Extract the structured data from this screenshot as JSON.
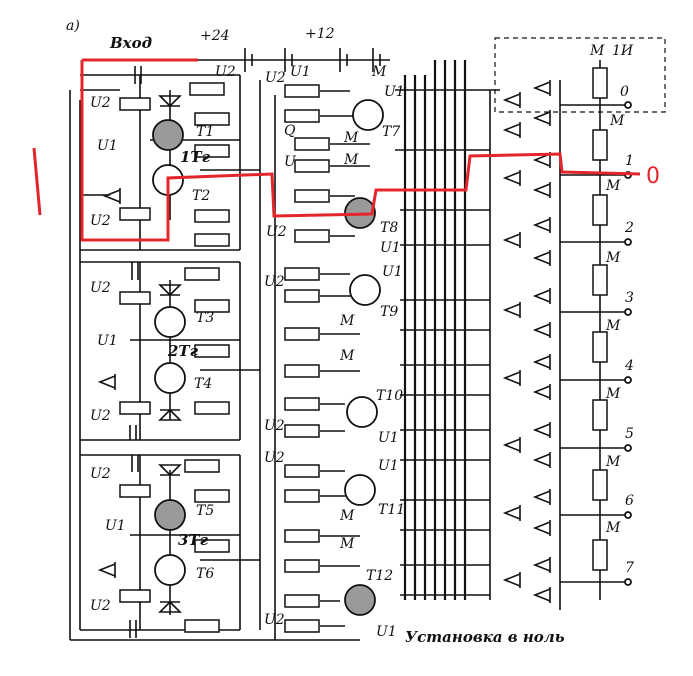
{
  "figure": {
    "panel_label": "a)",
    "input_label": "Вход",
    "reset_label": "Установка в ноль",
    "annotation_zero": "0"
  },
  "supplies": {
    "plus24": "+24",
    "plus12": "+12",
    "u1": "U1",
    "u2": "U2",
    "m": "M"
  },
  "triggers": [
    {
      "label": "1Тг",
      "top_transistor": "T1",
      "bottom_transistor": "T2"
    },
    {
      "label": "2Тг",
      "top_transistor": "T3",
      "bottom_transistor": "T4"
    },
    {
      "label": "3Тг",
      "top_transistor": "T5",
      "bottom_transistor": "T6"
    }
  ],
  "output_transistors": [
    "T7",
    "T8",
    "T9",
    "T10",
    "T11",
    "T12"
  ],
  "gate_inputs": {
    "q": "Q",
    "u": "U"
  },
  "indicator": {
    "label": "1И"
  },
  "outputs": [
    "0",
    "1",
    "2",
    "3",
    "4",
    "5",
    "6",
    "7"
  ],
  "annotation_color": "#e3262b"
}
